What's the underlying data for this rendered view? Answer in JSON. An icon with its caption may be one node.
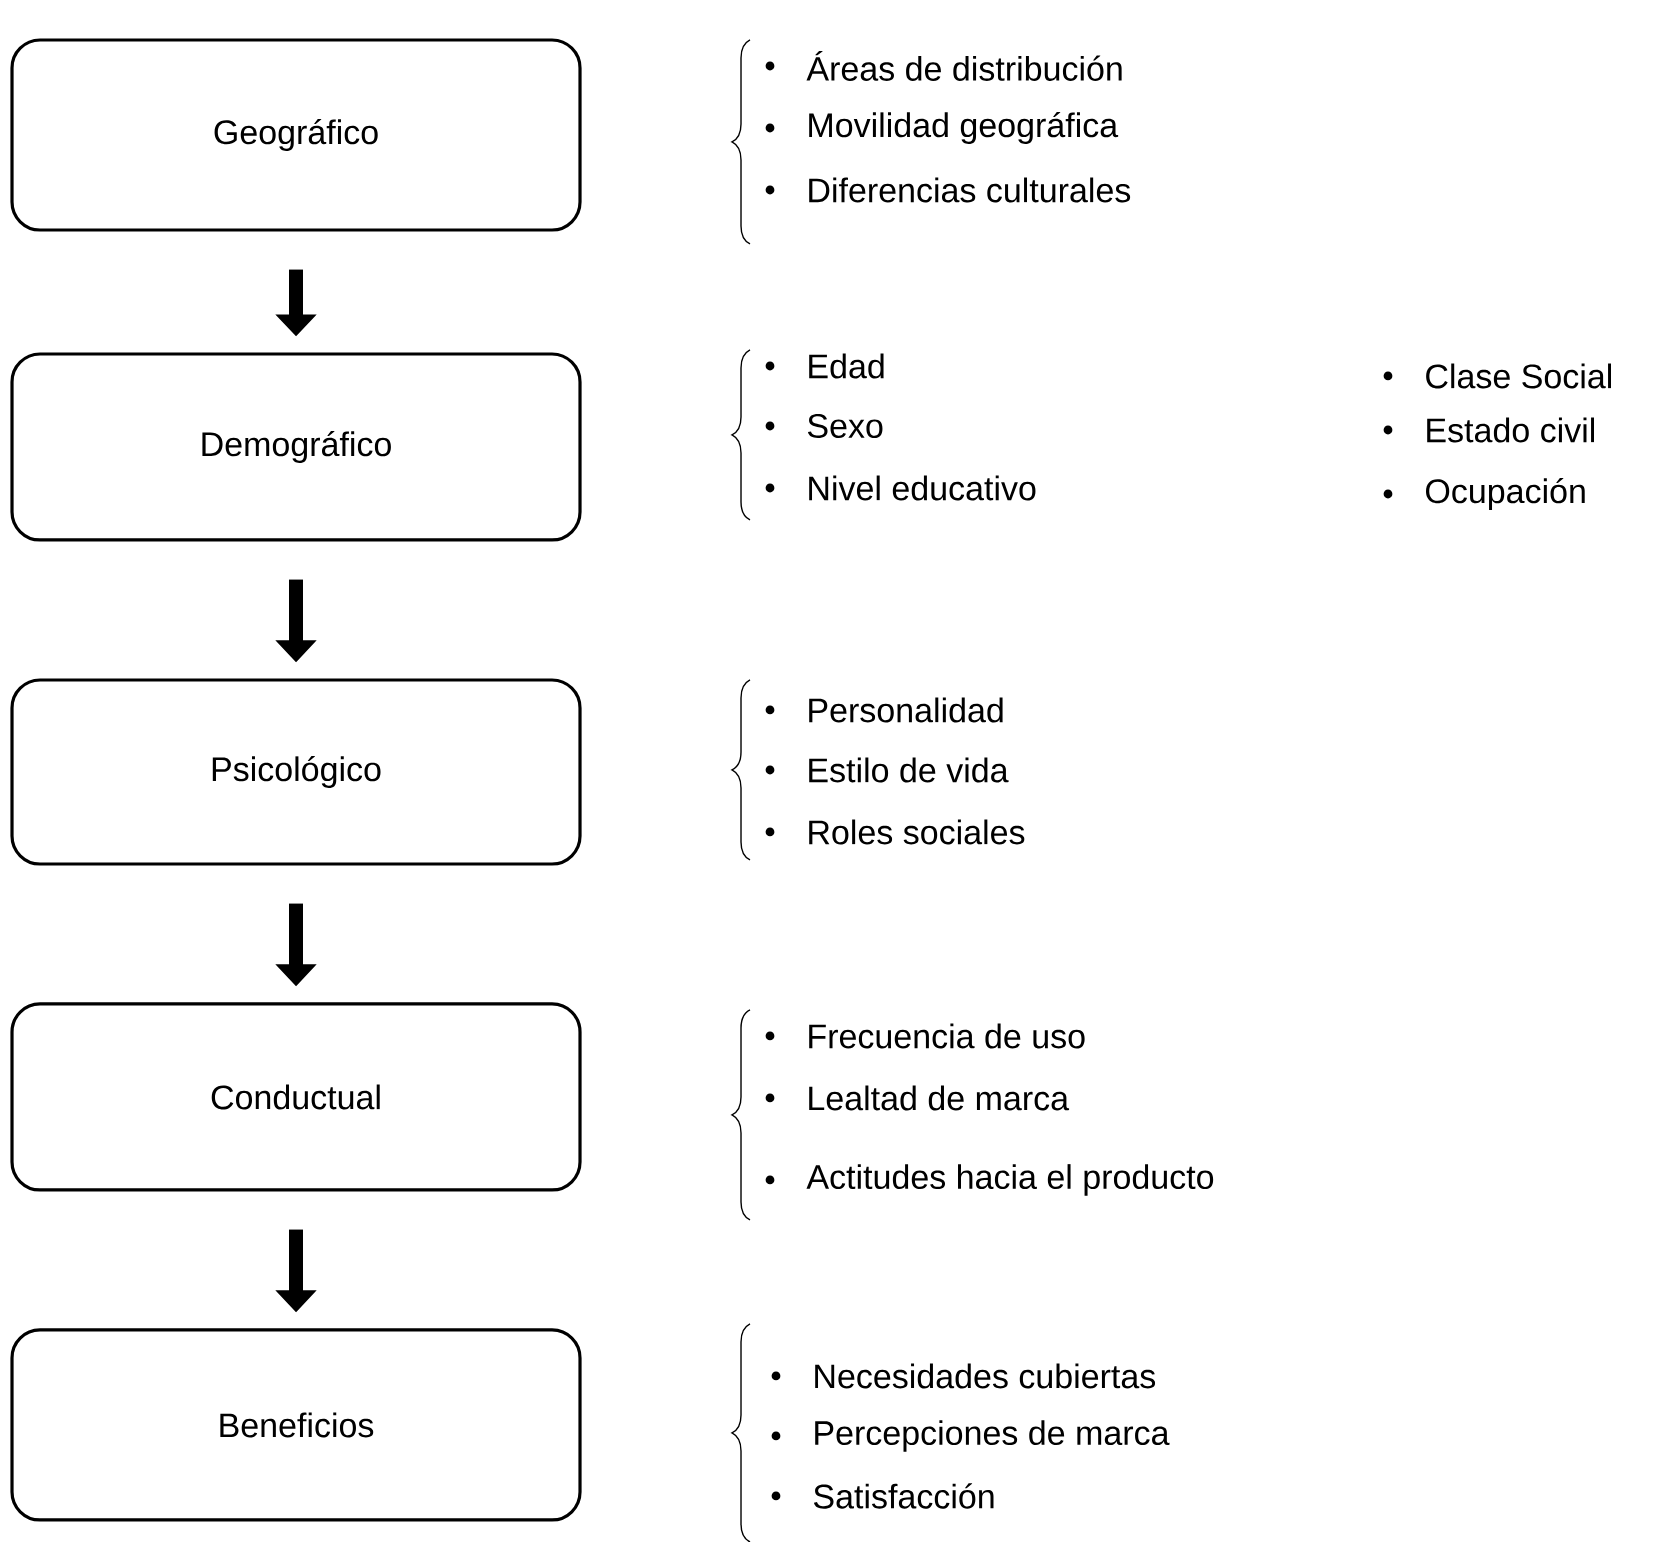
{
  "diagram": {
    "nodes": [
      {
        "text": [
          "Geográfico"
        ],
        "beside": [
          "Áreas de distribución",
          "Movilidad geográfica",
          "Diferencias culturales"
        ]
      },
      {
        "text": [
          "Demográfico"
        ],
        "beside": [
          "Edad",
          "Sexo",
          "Nivel educativo",
          "Clase Social",
          "Estado civil",
          "Ocupación"
        ]
      },
      {
        "text": [
          "Psicológico"
        ],
        "beside": [
          "Personalidad",
          "Estilo de vida",
          "Roles sociales"
        ]
      },
      {
        "text": [
          "Conductual"
        ],
        "beside": [
          "Frecuencia de uso",
          "Lealtad de marca",
          "Actitudes hacia el producto"
        ]
      },
      {
        "text": [
          "Beneficios"
        ],
        "beside": [
          "Necesidades cubiertas",
          "Percepciones de marca",
          "Satisfacción"
        ]
      }
    ],
    "edges": [
      {
        "from": 0,
        "to": 1,
        "arrow": "to"
      },
      {
        "from": 1,
        "to": 2,
        "arrow": "to"
      },
      {
        "from": 2,
        "to": 3,
        "arrow": "to"
      },
      {
        "from": 3,
        "to": 4,
        "arrow": "to"
      }
    ]
  }
}
